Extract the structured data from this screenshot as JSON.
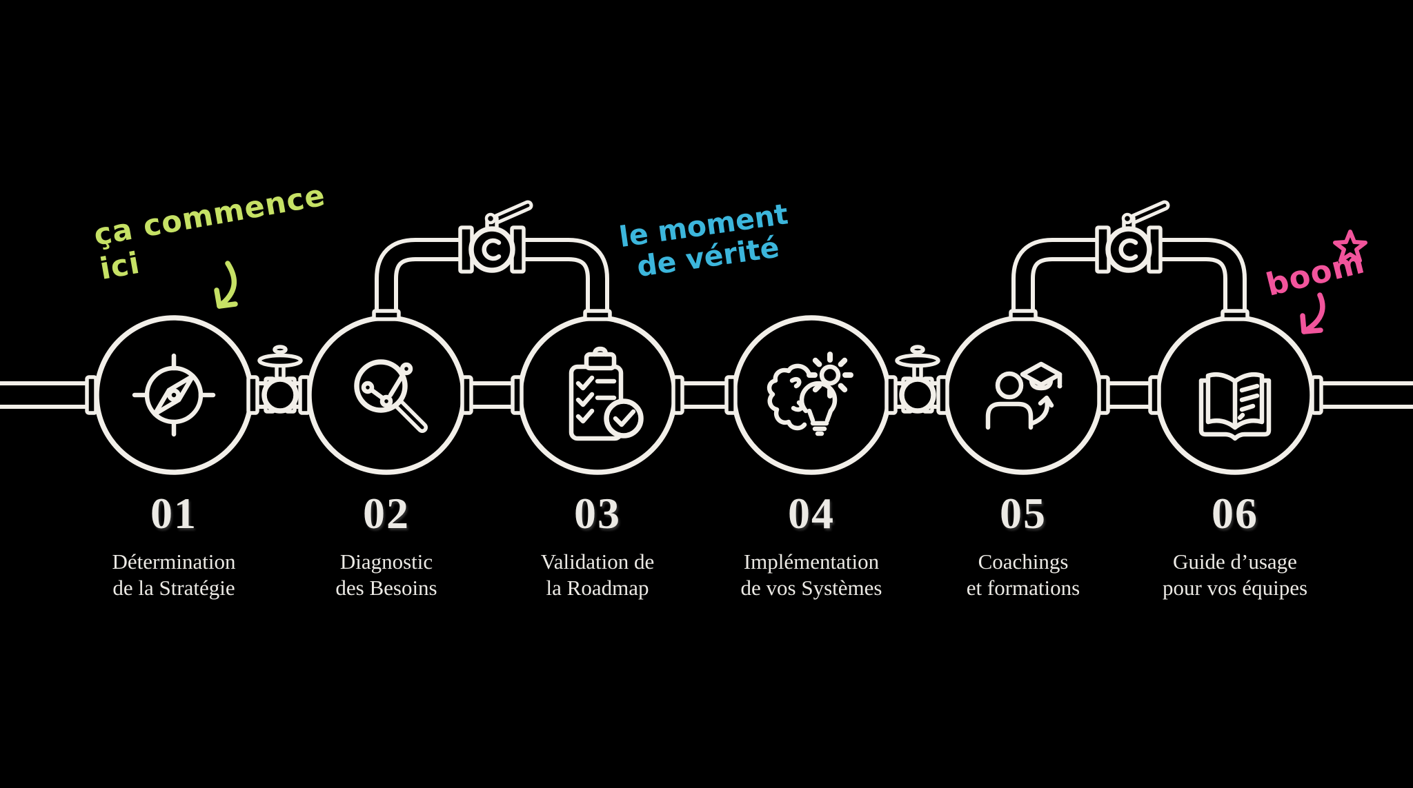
{
  "canvas": {
    "background": "#000000",
    "line_color": "#f2efe9",
    "text_color": "#eceae5"
  },
  "annotations": {
    "start": {
      "text": "ça commence ici",
      "color": "#c6e165",
      "arrow": "curved-down-left"
    },
    "truth": {
      "line1": "le moment",
      "line2": "de vérité",
      "color": "#3cb6dc"
    },
    "boom": {
      "text": "boom",
      "color": "#f2549c",
      "star": "★",
      "arrow": "curved-down-left"
    }
  },
  "steps": [
    {
      "number": "01",
      "label_line1": "Détermination",
      "label_line2": "de la Stratégie",
      "icon": "compass-icon"
    },
    {
      "number": "02",
      "label_line1": "Diagnostic",
      "label_line2": "des Besoins",
      "icon": "magnifier-chart-icon"
    },
    {
      "number": "03",
      "label_line1": "Validation de",
      "label_line2": "la Roadmap",
      "icon": "clipboard-check-icon"
    },
    {
      "number": "04",
      "label_line1": "Implémentation",
      "label_line2": "de vos Systèmes",
      "icon": "brain-gear-bulb-icon"
    },
    {
      "number": "05",
      "label_line1": "Coachings",
      "label_line2": "et formations",
      "icon": "graduation-person-icon"
    },
    {
      "number": "06",
      "label_line1": "Guide d’usage",
      "label_line2": "pour vos équipes",
      "icon": "open-book-icon"
    }
  ]
}
